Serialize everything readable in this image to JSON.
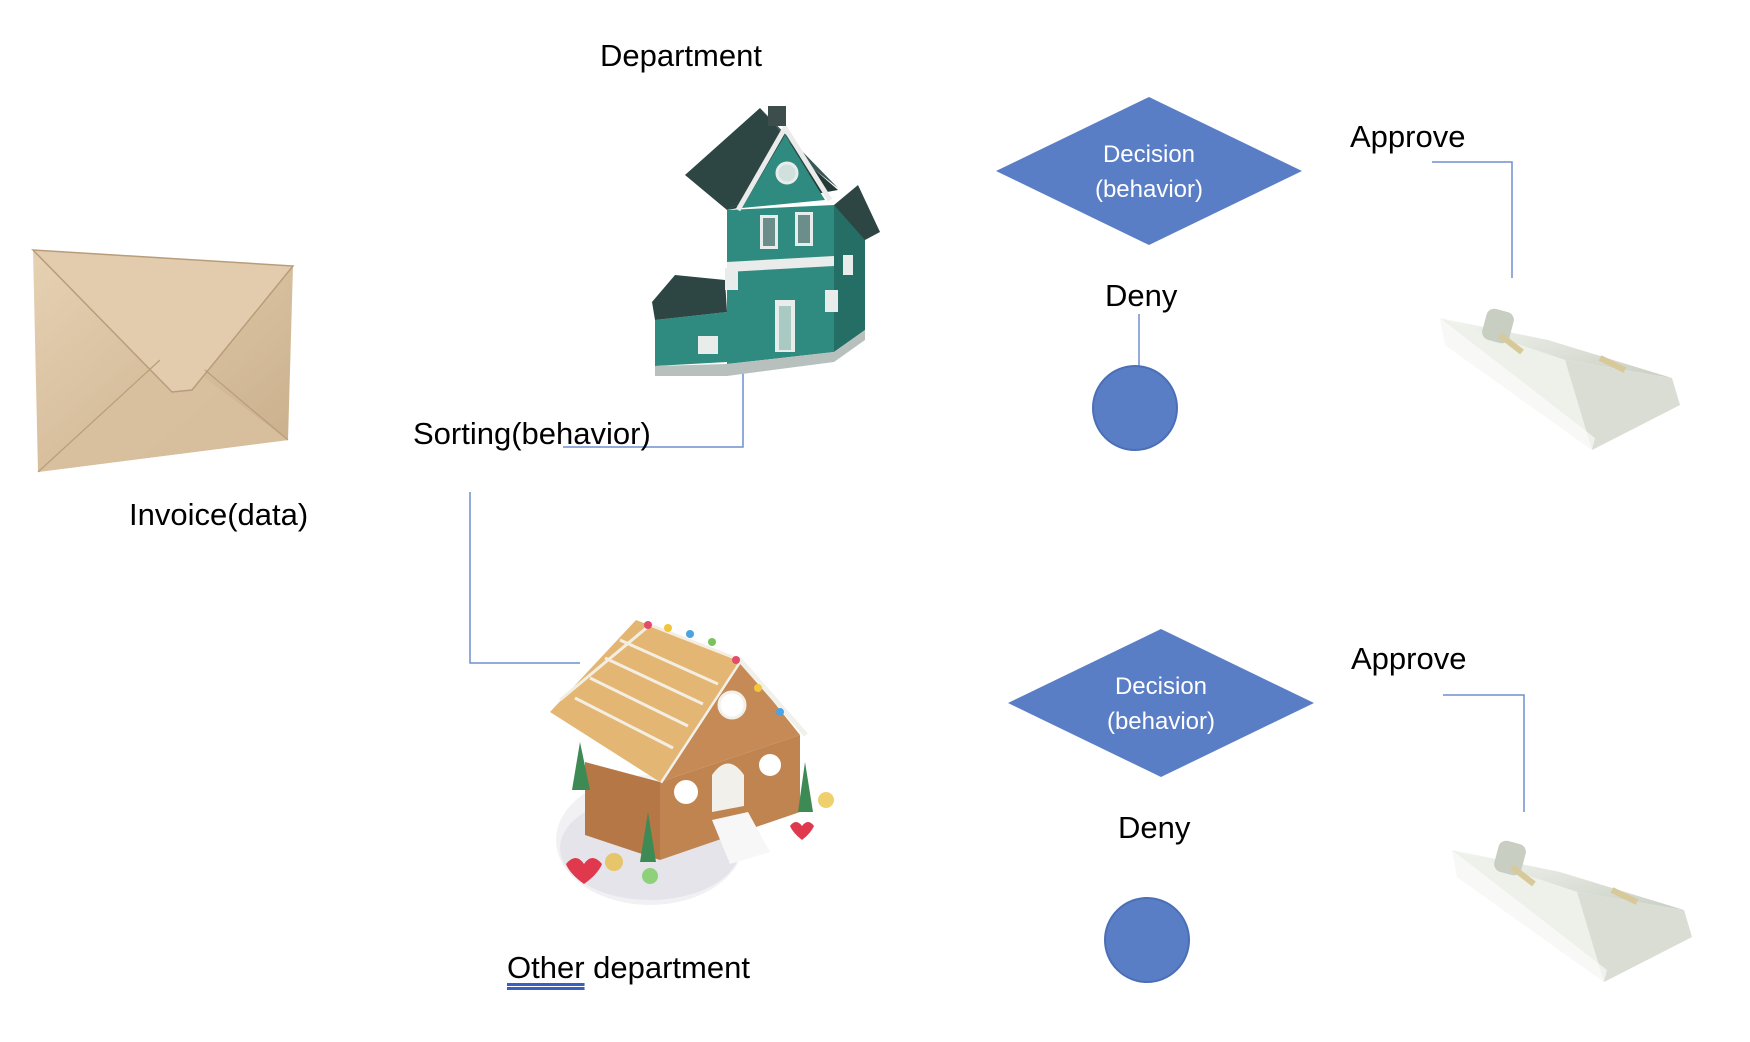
{
  "labels": {
    "department": "Department",
    "sorting": "Sorting(behavior)",
    "invoice": "Invoice(data)",
    "other_department_first": "Other",
    "other_department_rest": " department",
    "approve_top": "Approve",
    "approve_bottom": "Approve",
    "deny_top": "Deny",
    "deny_bottom": "Deny"
  },
  "decisions": {
    "top": {
      "line1": "Decision",
      "line2": "(behavior)"
    },
    "bottom": {
      "line1": "Decision",
      "line2": "(behavior)"
    }
  },
  "icons": {
    "envelope": "envelope-icon",
    "department_house": "green-house-icon",
    "other_department_house": "gingerbread-house-icon",
    "money_top": "money-stack-icon",
    "money_bottom": "money-stack-icon"
  },
  "colors": {
    "shape_fill": "#5a7ec6",
    "connector": "#6f8fcf",
    "shape_text": "#ffffff"
  }
}
